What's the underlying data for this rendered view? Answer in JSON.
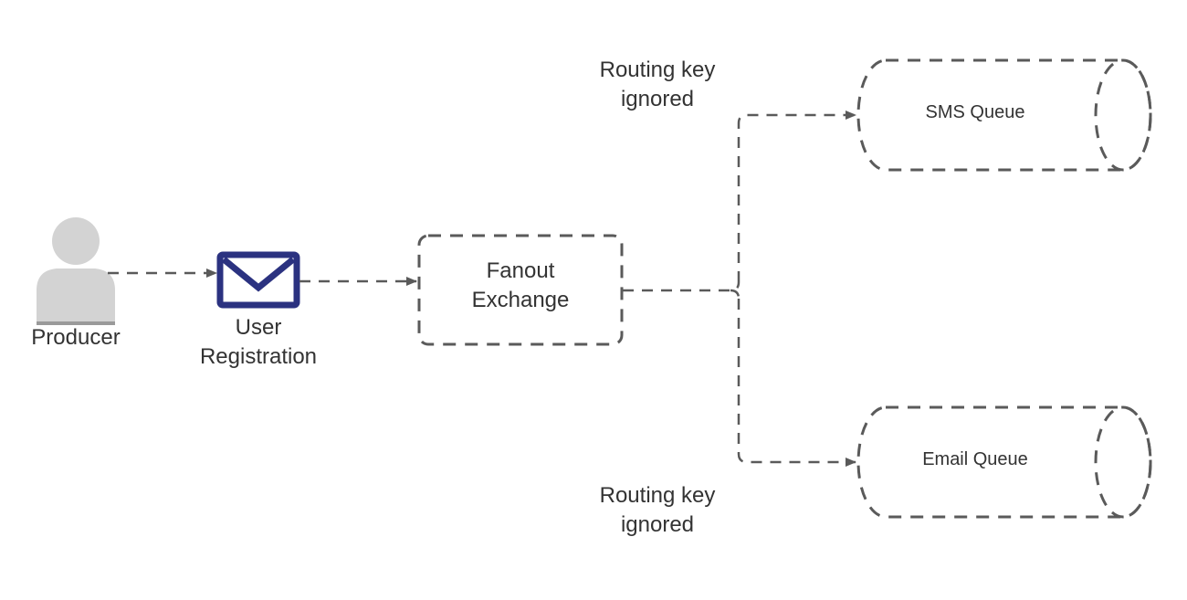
{
  "producer": {
    "label": "Producer",
    "icon": "user-icon"
  },
  "message": {
    "label_lines": [
      "User",
      "Registration"
    ],
    "icon": "envelope-icon",
    "color": "#2b3280"
  },
  "exchange": {
    "label_lines": [
      "Fanout",
      "Exchange"
    ]
  },
  "queues": [
    {
      "label": "SMS Queue"
    },
    {
      "label": "Email Queue"
    }
  ],
  "annotations": [
    {
      "lines": [
        "Routing key",
        "ignored"
      ]
    },
    {
      "lines": [
        "Routing key",
        "ignored"
      ]
    }
  ],
  "colors": {
    "stroke": "#5a5a5a",
    "text": "#333333",
    "person": "#d3d3d3"
  }
}
